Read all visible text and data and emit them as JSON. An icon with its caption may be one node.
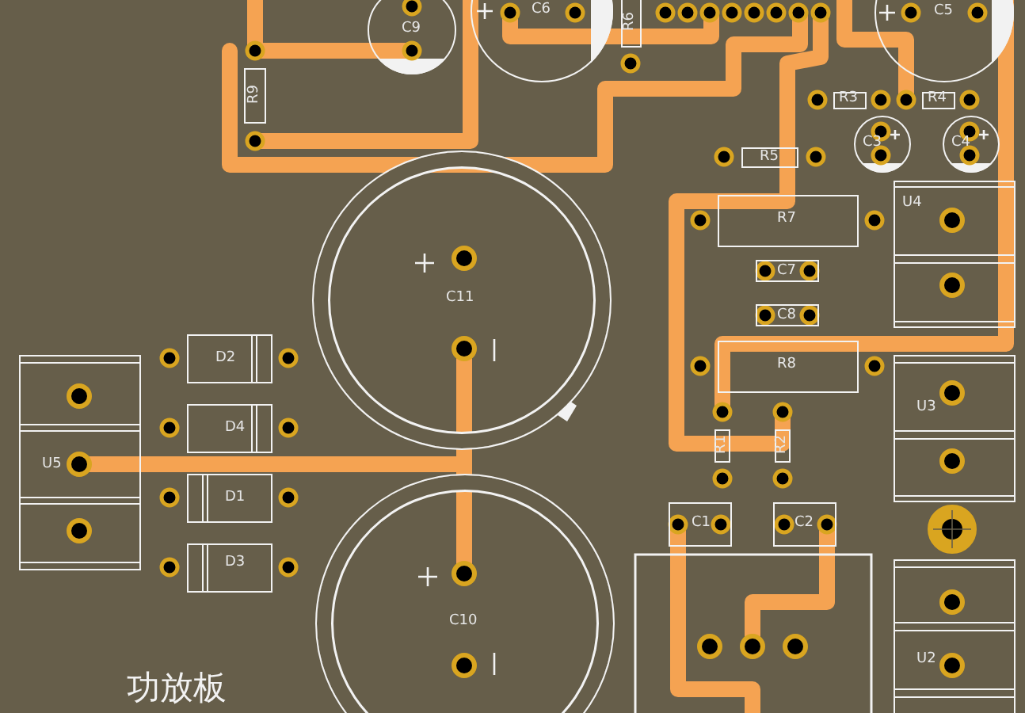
{
  "diagram": {
    "nodes": [
      {
        "text": [
          "C9"
        ]
      },
      {
        "text": [
          "R9"
        ]
      },
      {
        "text": [
          "C6"
        ]
      },
      {
        "text": [
          "R6"
        ]
      },
      {
        "text": [
          "C5"
        ]
      },
      {
        "text": [
          "R3"
        ]
      },
      {
        "text": [
          "R4"
        ]
      },
      {
        "text": [
          "C3"
        ]
      },
      {
        "text": [
          "C4"
        ]
      },
      {
        "text": [
          "R5"
        ]
      },
      {
        "text": [
          "R7"
        ]
      },
      {
        "text": [
          "U4"
        ]
      },
      {
        "text": [
          "C11"
        ]
      },
      {
        "text": [
          "C7"
        ]
      },
      {
        "text": [
          "C8"
        ]
      },
      {
        "text": [
          "D2"
        ]
      },
      {
        "text": [
          "R8"
        ]
      },
      {
        "text": [
          "D4"
        ]
      },
      {
        "text": [
          "U3"
        ]
      },
      {
        "text": [
          "U5"
        ]
      },
      {
        "text": [
          "D1"
        ]
      },
      {
        "text": [
          "R1"
        ]
      },
      {
        "text": [
          "R2"
        ]
      },
      {
        "text": [
          "C1"
        ]
      },
      {
        "text": [
          "C2"
        ]
      },
      {
        "text": [
          "D3"
        ]
      },
      {
        "text": [
          "C10"
        ]
      },
      {
        "text": [
          "U2"
        ]
      }
    ],
    "labels": [
      "功放板"
    ]
  }
}
